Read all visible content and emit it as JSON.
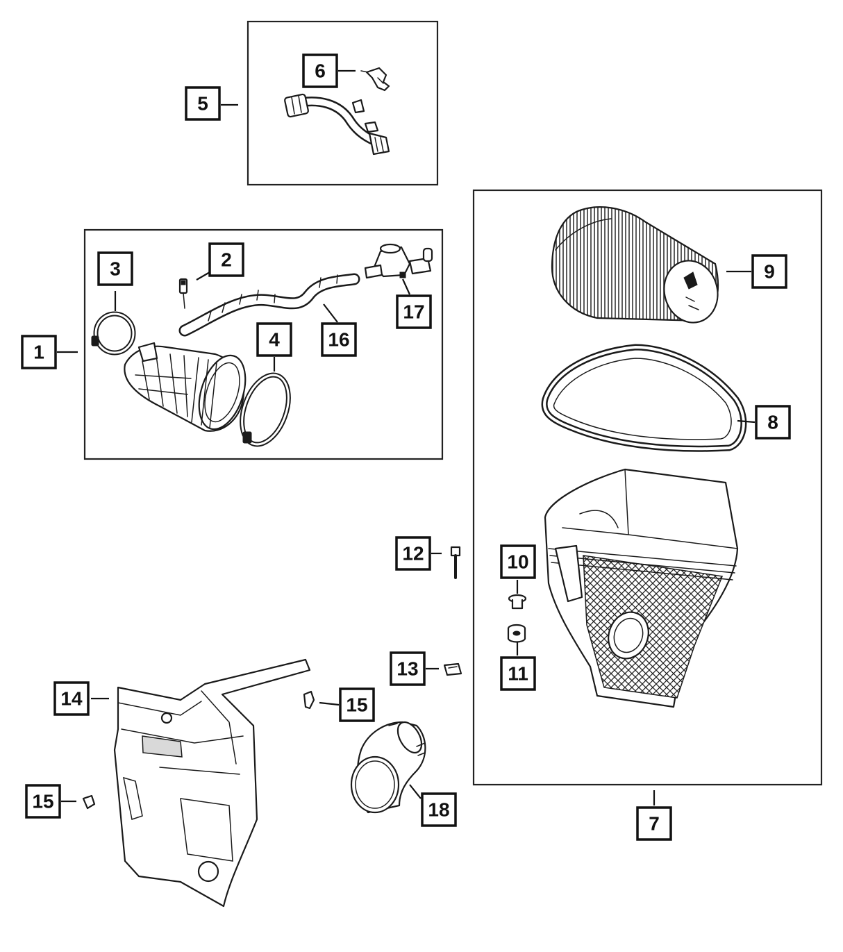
{
  "callouts": {
    "c1": "1",
    "c2": "2",
    "c3": "3",
    "c4": "4",
    "c5": "5",
    "c6": "6",
    "c7": "7",
    "c8": "8",
    "c9": "9",
    "c10": "10",
    "c11": "11",
    "c12": "12",
    "c13": "13",
    "c14": "14",
    "c15a": "15",
    "c15b": "15",
    "c16": "16",
    "c17": "17",
    "c18": "18"
  }
}
